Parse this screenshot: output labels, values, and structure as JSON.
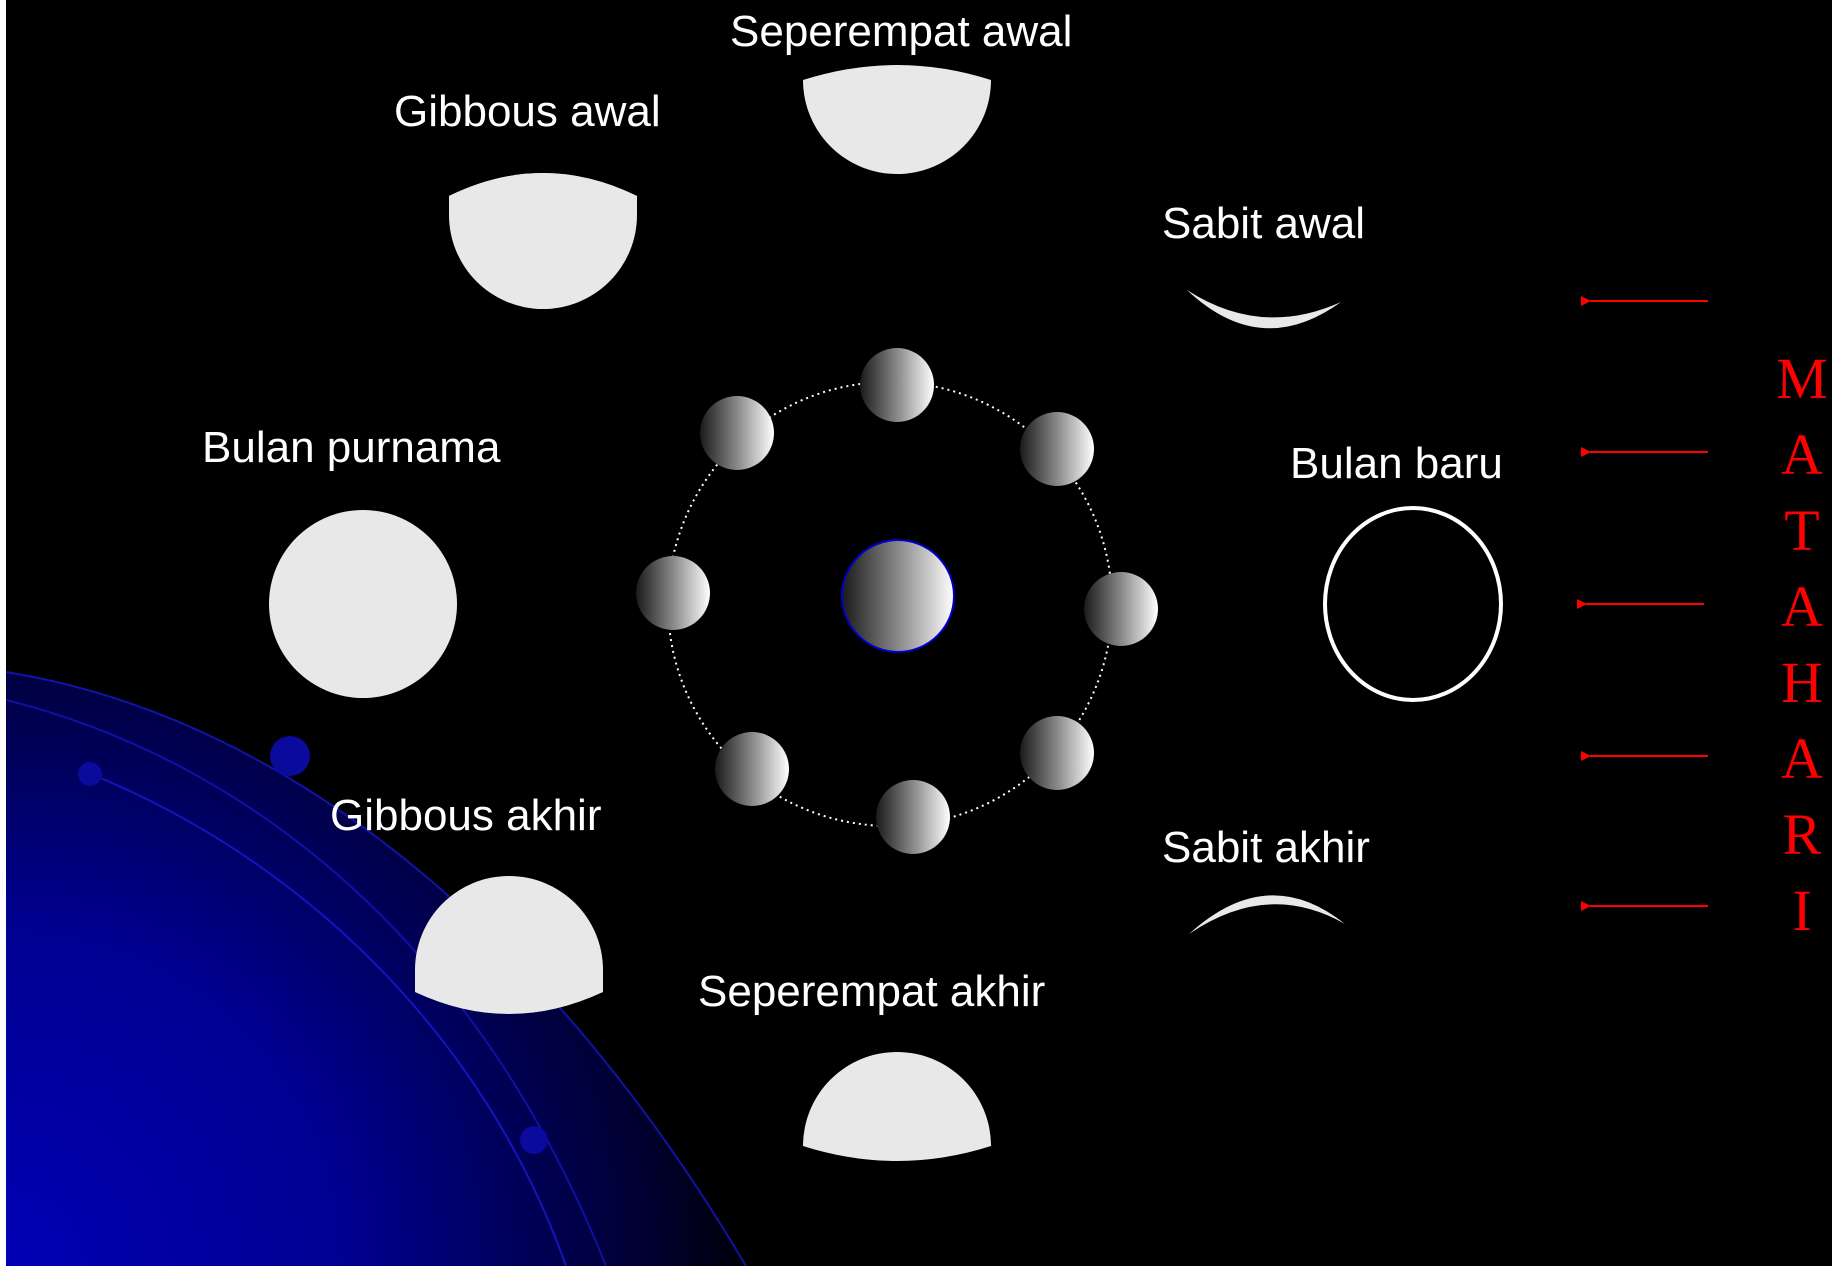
{
  "phases": {
    "seperempat_awal": "Seperempat awal",
    "gibbous_awal": "Gibbous awal",
    "sabit_awal": "Sabit awal",
    "bulan_purnama": "Bulan purnama",
    "bulan_baru": "Bulan baru",
    "gibbous_akhir": "Gibbous akhir",
    "sabit_akhir": "Sabit akhir",
    "seperempat_akhir": "Seperempat akhir"
  },
  "sun_letters": [
    "M",
    "A",
    "T",
    "A",
    "H",
    "A",
    "R",
    "I"
  ],
  "colors": {
    "background": "#000000",
    "moon": "#e8e8e8",
    "sunlight": "#ff0000",
    "earth_glow": "#0000a8",
    "orbit": "#ffffff"
  }
}
